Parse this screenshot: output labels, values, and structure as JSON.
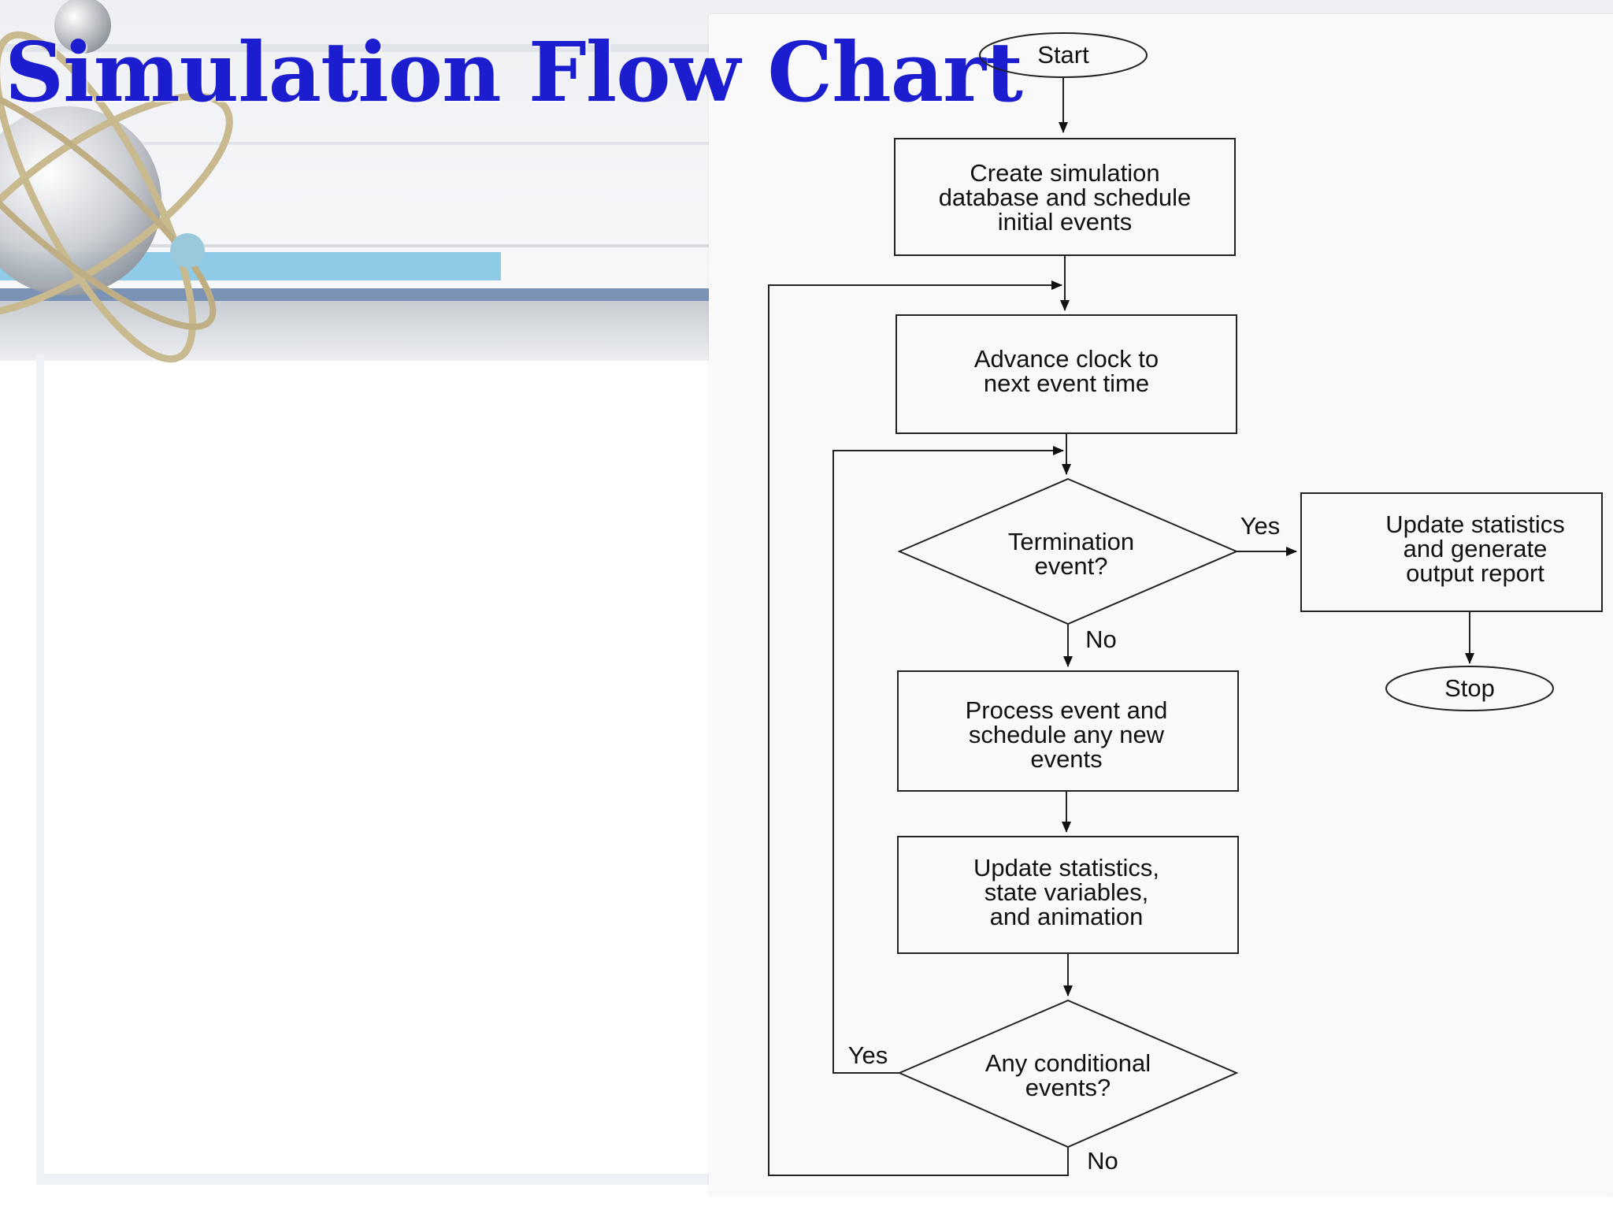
{
  "slide": {
    "title": "Simulation Flow Chart",
    "title_color": "#1d1dd0",
    "decoration": "atom-icon"
  },
  "flowchart": {
    "start": "Start",
    "create": [
      "Create simulation",
      "database and schedule",
      "initial events"
    ],
    "advance": [
      "Advance clock to",
      "next event time"
    ],
    "termination": [
      "Termination",
      "event?"
    ],
    "termination_yes": "Yes",
    "termination_no": "No",
    "update_output": [
      "Update statistics",
      "and generate",
      "output report"
    ],
    "stop": "Stop",
    "process": [
      "Process event and",
      "schedule any new",
      "events"
    ],
    "update_state": [
      "Update statistics,",
      "state variables,",
      "and animation"
    ],
    "conditional": [
      "Any conditional",
      "events?"
    ],
    "conditional_yes": "Yes",
    "conditional_no": "No"
  }
}
